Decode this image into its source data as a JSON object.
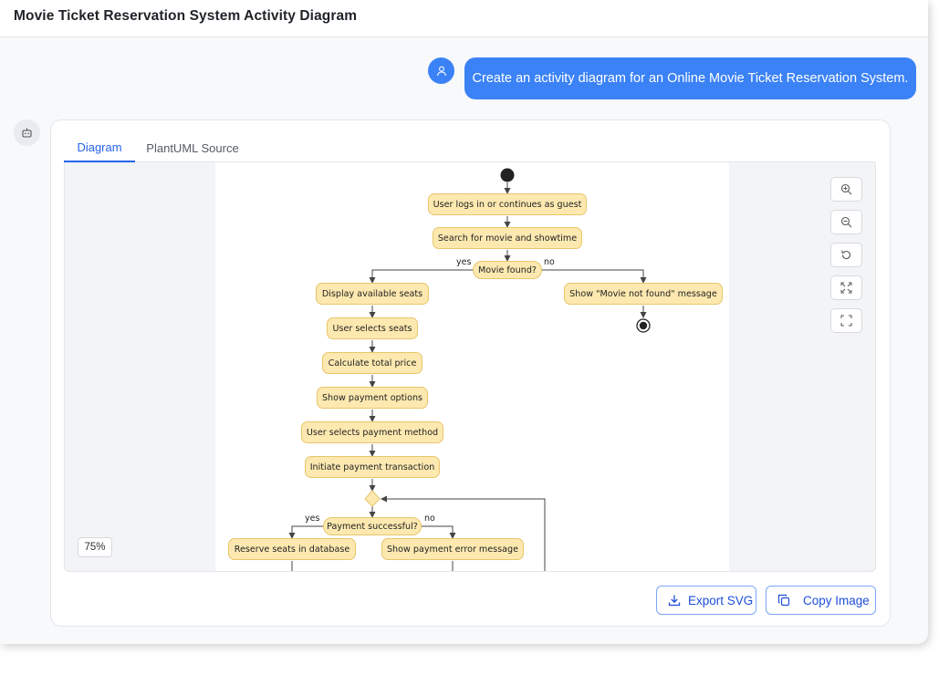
{
  "window": {
    "title": "Movie Ticket Reservation System Activity Diagram"
  },
  "chat": {
    "user_message": "Create an activity diagram for an Online Movie Ticket Reservation System.",
    "user_avatar_icon": "user-icon",
    "bot_avatar_icon": "robot-icon"
  },
  "tabs": [
    {
      "label": "Diagram",
      "active": true
    },
    {
      "label": "PlantUML Source",
      "active": false
    }
  ],
  "viewer": {
    "zoom_level": "75%",
    "controls": [
      "zoom-in-icon",
      "zoom-out-icon",
      "reset-icon",
      "fit-icon",
      "fullscreen-icon"
    ]
  },
  "diagram": {
    "nodes": {
      "login": "User logs in or continues as guest",
      "search": "Search for movie and showtime",
      "found_q": "Movie found?",
      "display_seats": "Display available seats",
      "not_found": "Show \"Movie not found\" message",
      "select_seats": "User selects seats",
      "calc_price": "Calculate total price",
      "pay_options": "Show payment options",
      "select_method": "User selects payment method",
      "init_tx": "Initiate payment transaction",
      "pay_q": "Payment successful?",
      "reserve": "Reserve seats in database",
      "pay_error": "Show payment error message"
    },
    "labels": {
      "yes": "yes",
      "no": "no"
    }
  },
  "actions": {
    "export_svg": "Export SVG",
    "copy_image": "Copy Image"
  },
  "colors": {
    "accent": "#3b82f6",
    "node_fill": "#fde9b0",
    "node_border": "#e7c66a"
  }
}
